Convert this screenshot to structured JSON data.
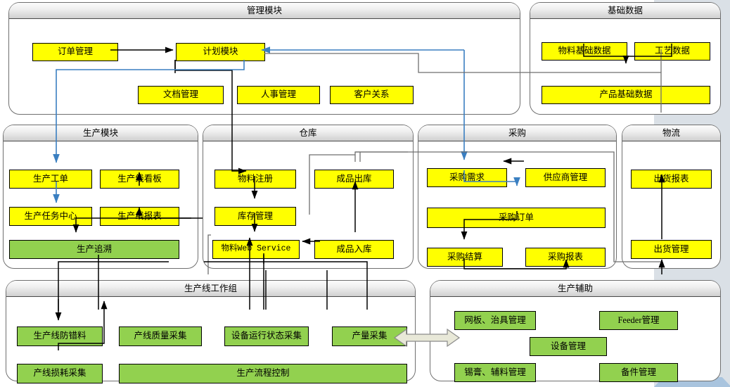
{
  "diagram": {
    "title_note": "MES system module architecture",
    "colors": {
      "yellow": "#ffff00",
      "green": "#92d14f",
      "blue_arrow": "#3a7fc1",
      "black_arrow": "#000000",
      "gray_arrow": "#6f6f6f",
      "panel_tint": "#d4dae2"
    }
  },
  "groups": {
    "management": {
      "title": "管理模块",
      "nodes": [
        {
          "label": "订单管理",
          "color": "yellow"
        },
        {
          "label": "计划模块",
          "color": "yellow"
        },
        {
          "label": "文档管理",
          "color": "yellow"
        },
        {
          "label": "人事管理",
          "color": "yellow"
        },
        {
          "label": "客户关系",
          "color": "yellow"
        }
      ]
    },
    "basic_data": {
      "title": "基础数据",
      "nodes": [
        {
          "label": "物料基础数据",
          "color": "yellow"
        },
        {
          "label": "工艺数据",
          "color": "yellow"
        },
        {
          "label": "产品基础数据",
          "color": "yellow"
        }
      ]
    },
    "production": {
      "title": "生产模块",
      "nodes": [
        {
          "label": "生产工单",
          "color": "yellow"
        },
        {
          "label": "生产线看板",
          "color": "yellow"
        },
        {
          "label": "生产任务中心",
          "color": "yellow"
        },
        {
          "label": "生产线报表",
          "color": "yellow"
        },
        {
          "label": "生产追溯",
          "color": "green"
        }
      ]
    },
    "warehouse": {
      "title": "仓库",
      "nodes": [
        {
          "label": "物料注册",
          "color": "yellow"
        },
        {
          "label": "成品出库",
          "color": "yellow"
        },
        {
          "label": "库存管理",
          "color": "yellow"
        },
        {
          "label": "物料Web Service",
          "color": "yellow"
        },
        {
          "label": "成品入库",
          "color": "yellow"
        }
      ]
    },
    "purchasing": {
      "title": "采购",
      "nodes": [
        {
          "label": "采购需求",
          "color": "yellow"
        },
        {
          "label": "供应商管理",
          "color": "yellow"
        },
        {
          "label": "采购订单",
          "color": "yellow"
        },
        {
          "label": "采购结算",
          "color": "yellow"
        },
        {
          "label": "采购报表",
          "color": "yellow"
        }
      ]
    },
    "logistics": {
      "title": "物流",
      "nodes": [
        {
          "label": "出货报表",
          "color": "yellow"
        },
        {
          "label": "出货管理",
          "color": "yellow"
        }
      ]
    },
    "line_workgroup": {
      "title": "生产线工作组",
      "nodes": [
        {
          "label": "生产线防错料",
          "color": "green"
        },
        {
          "label": "产线质量采集",
          "color": "green"
        },
        {
          "label": "设备运行状态采集",
          "color": "green"
        },
        {
          "label": "产量采集",
          "color": "green"
        },
        {
          "label": "产线损耗采集",
          "color": "green"
        },
        {
          "label": "生产流程控制",
          "color": "green"
        }
      ]
    },
    "production_aux": {
      "title": "生产辅助",
      "nodes": [
        {
          "label": "网板、治具管理",
          "color": "green"
        },
        {
          "label": "Feeder管理",
          "color": "green"
        },
        {
          "label": "设备管理",
          "color": "green"
        },
        {
          "label": "锡膏、辅料管理",
          "color": "green"
        },
        {
          "label": "备件管理",
          "color": "green"
        }
      ]
    }
  }
}
